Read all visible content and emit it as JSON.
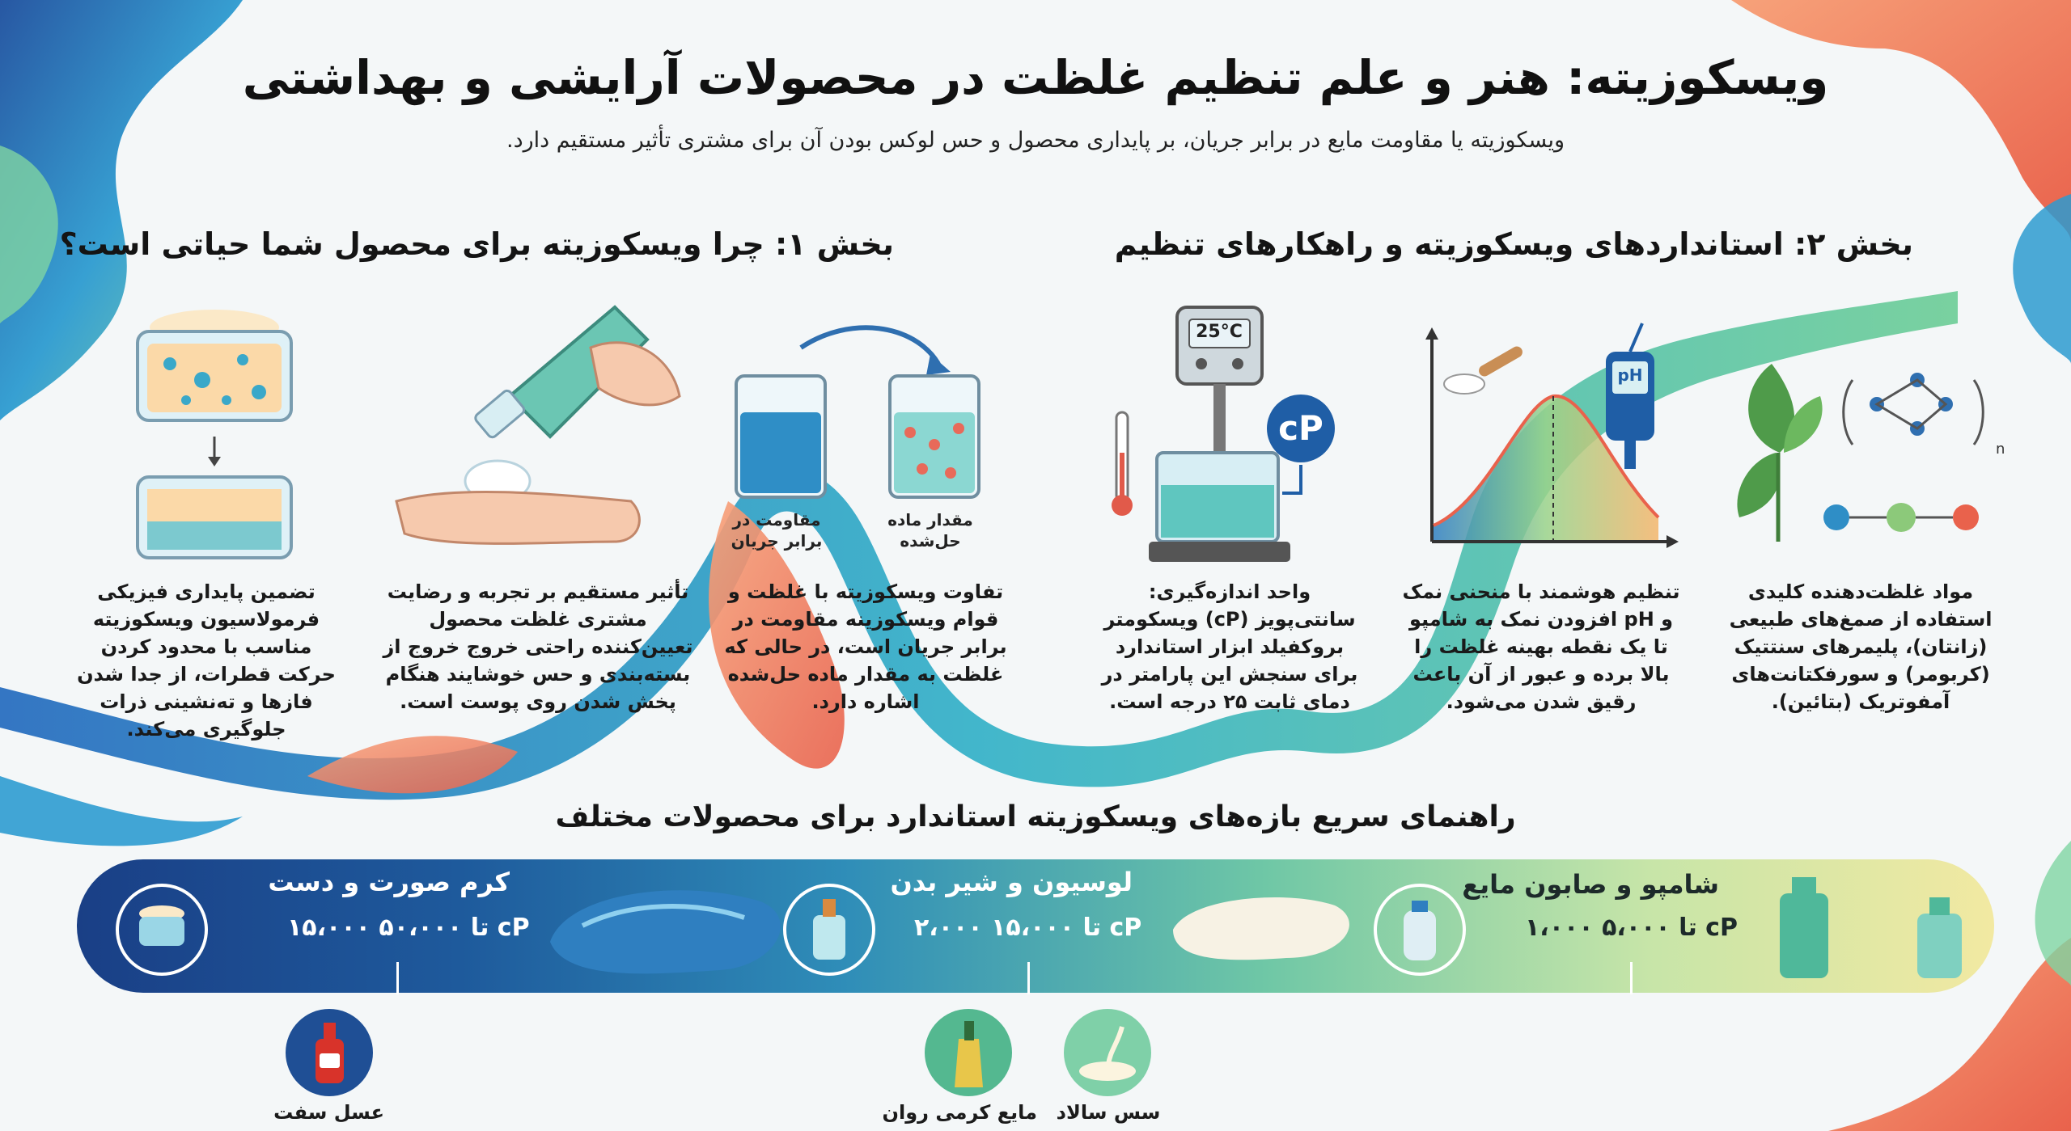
{
  "header": {
    "title": "ویسکوزیته: هنر و علم تنظیم غلظت در محصولات آرایشی و بهداشتی",
    "subtitle": "ویسکوزیته یا مقاومت مایع در برابر جریان، بر پایداری محصول و حس لوکس بودن آن برای مشتری تأثیر مستقیم دارد."
  },
  "section1": {
    "heading": "بخش ۱: چرا ویسکوزیته برای محصول شما حیاتی است؟",
    "cards": [
      {
        "text": "تضمین پایداری فیزیکی فرمولاسیون ویسکوزیته مناسب با محدود کردن حرکت قطرات، از جدا شدن فازها و ته‌نشینی ذرات جلوگیری می‌کند."
      },
      {
        "text": "تأثیر مستقیم بر تجربه و رضایت مشتری غلظت محصول تعیین‌کننده راحتی خروج خروج از بسته‌بندی و حس خوشایند هنگام پخش شدن روی پوست است."
      },
      {
        "text": "تفاوت ویسکوزیته با غلظت و قوام ویسکوزینه مقاومت در برابر جریان است، در حالی که غلظت به مقدار ماده حل‌شده اشاره دارد."
      }
    ],
    "beaker_labels": [
      "مقاومت در برابر جریان",
      "مقدار ماده حل‌شده"
    ]
  },
  "section2": {
    "heading": "بخش ۲: استانداردهای ویسکوزیته و راهکارهای تنظیم",
    "cards": [
      {
        "text": "واحد اندازه‌گیری: سانتی‌پویز (cP) ویسکومتر بروکفیلد ابزار استاندارد برای سنجش این پارامتر در دمای ثابت ۲۵ درجه است."
      },
      {
        "text": "تنظیم هوشمند با منحنی نمک و pH افزودن نمک به شامپو تا یک نقطه بهینه غلظت را بالا برده و عبور از آن باعث رقیق شدن می‌شود."
      },
      {
        "text": "مواد غلظت‌دهنده کلیدی استفاده از صمغ‌های طبیعی (زانتان)، پلیمرهای سنتتیک (کربومر) و سورفکتانت‌های آمفوتریک (بتائین)."
      }
    ],
    "device_labels": {
      "temp": "25°C",
      "unit": "cP",
      "ph": "pH",
      "polymer_n": "n"
    }
  },
  "guide": {
    "title": "راهنمای سریع بازه‌های ویسکوزیته استاندارد برای محصولات مختلف",
    "bands": [
      {
        "name": "کرم صورت و دست",
        "range": "۱۵،۰۰۰ تا ۵۰،۰۰۰ cP"
      },
      {
        "name": "لوسیون و شیر بدن",
        "range": "۲،۰۰۰ تا ۱۵،۰۰۰ cP"
      },
      {
        "name": "شامپو و صابون مایع",
        "range": "۱،۰۰۰ تا ۵،۰۰۰ cP"
      }
    ],
    "examples": [
      {
        "label": "عسل سفت"
      },
      {
        "label": "مایع کرمی روان"
      },
      {
        "label": "سس سالاد"
      }
    ]
  },
  "colors": {
    "blue": "#1f6fb8",
    "teal": "#2eb8a8",
    "coral": "#f07a5c",
    "band_dark": "#1a3f86",
    "band_light": "#f2e9a2"
  }
}
